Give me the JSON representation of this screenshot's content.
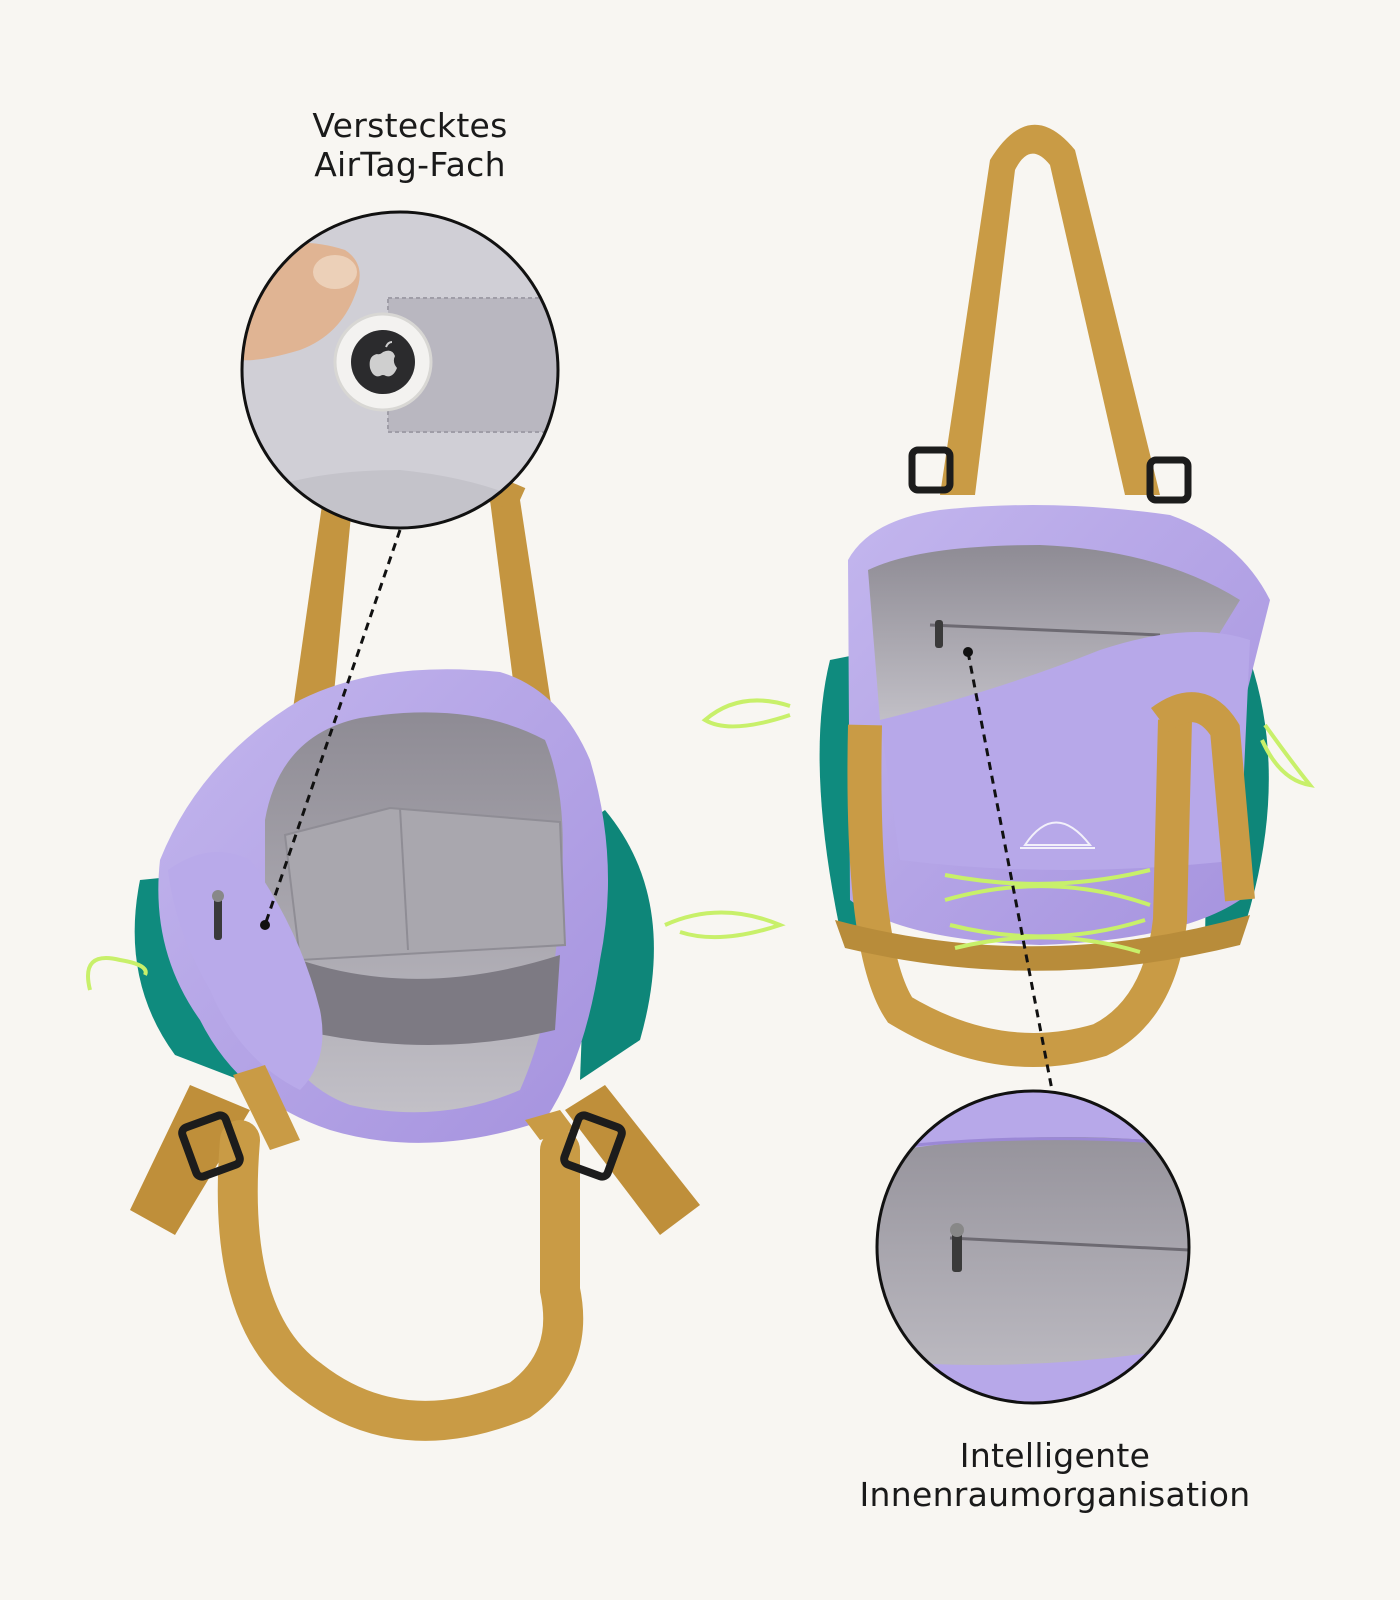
{
  "callouts": {
    "airtag": {
      "line1": "Verstecktes",
      "line2": "AirTag-Fach"
    },
    "organisation": {
      "line1": "Intelligente",
      "line2": "Innenraumorganisation"
    }
  },
  "colors": {
    "background": "#f8f6f2",
    "lavender": "#b3a3e6",
    "lavender_dark": "#9b88d6",
    "teal": "#0f8b7e",
    "strap_ochre": "#c99b45",
    "lining_grey": "#a5a3ab",
    "cord_neon": "#c8f06a",
    "buckle": "#1c1c1c"
  },
  "icons": [
    "apple-airtag-icon",
    "zipper-pull-icon"
  ]
}
